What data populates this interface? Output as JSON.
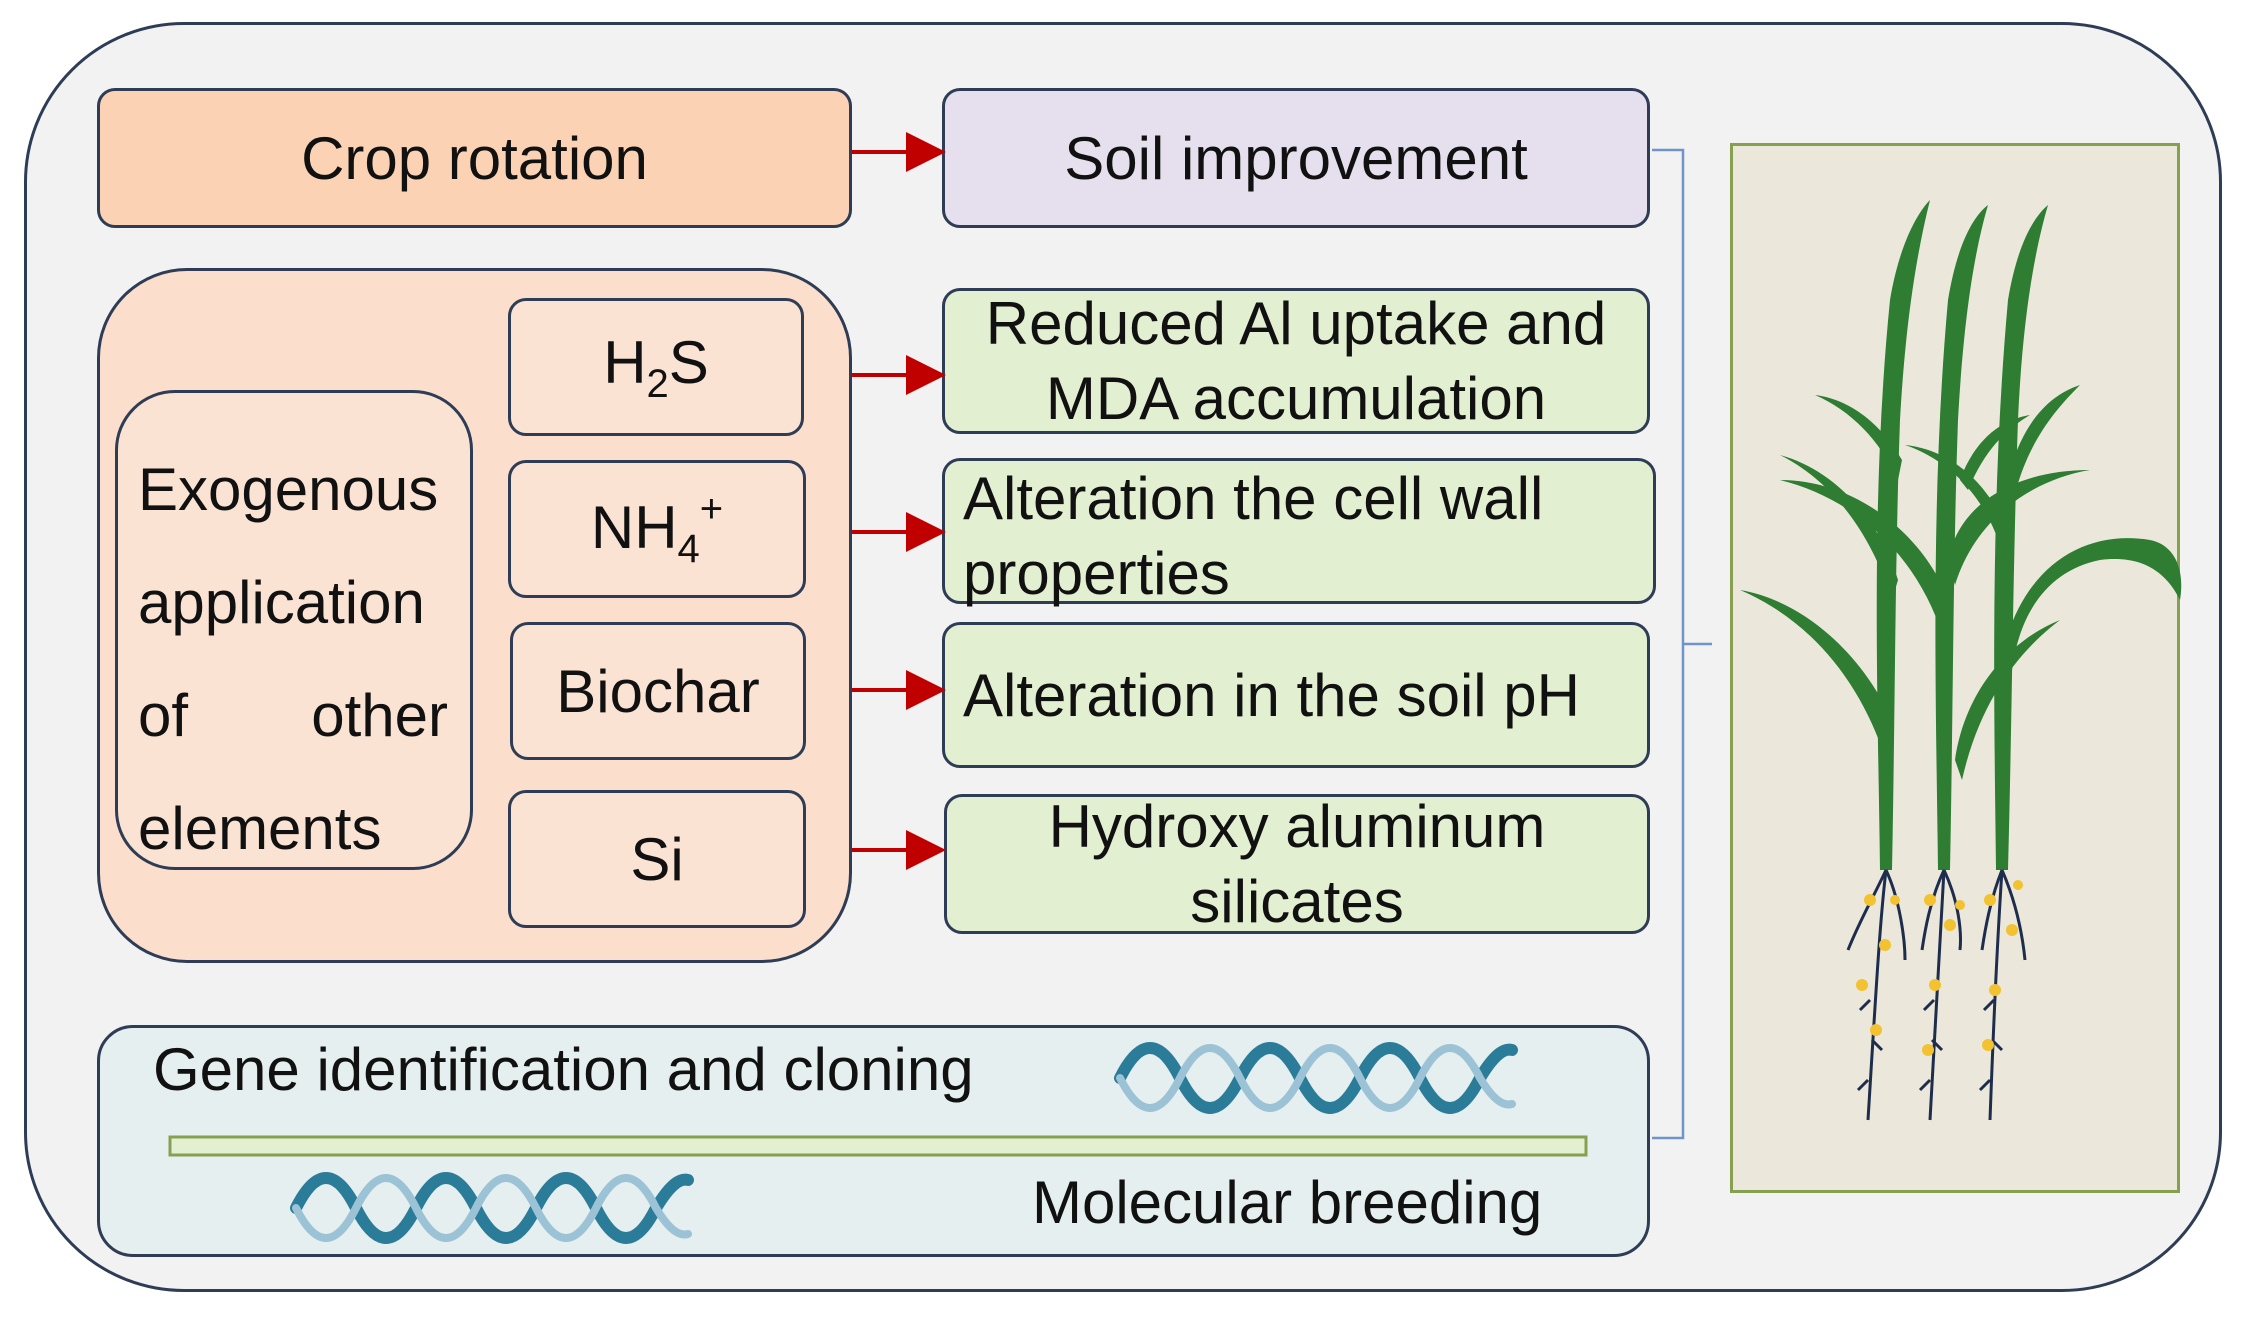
{
  "diagram": {
    "crop_rotation": "Crop rotation",
    "soil_improvement": "Soil improvement",
    "exogenous": {
      "lines": [
        [
          "Exogenous"
        ],
        [
          "application"
        ],
        [
          "of",
          "other"
        ],
        [
          "elements"
        ]
      ]
    },
    "agents": {
      "h2s_base": "H",
      "h2s_sub": "2",
      "h2s_tail": "S",
      "nh4_base": "NH",
      "nh4_sub": "4",
      "nh4_sup": "+",
      "biochar": "Biochar",
      "si": "Si"
    },
    "effects": {
      "al_line1": "Reduced Al uptake and",
      "al_line2": "MDA accumulation",
      "cell_line1": "Alteration the cell wall",
      "cell_line2": "properties",
      "ph": "Alteration in the soil pH",
      "hydroxy_line1": "Hydroxy aluminum",
      "hydroxy_line2": "silicates"
    },
    "gene": {
      "title": "Gene identification and cloning",
      "breeding": "Molecular breeding"
    },
    "colors": {
      "arrow": "#c00000",
      "leaf": "#2e7d32",
      "dna": "#2b7c99",
      "outline": "#2e3d55"
    }
  }
}
